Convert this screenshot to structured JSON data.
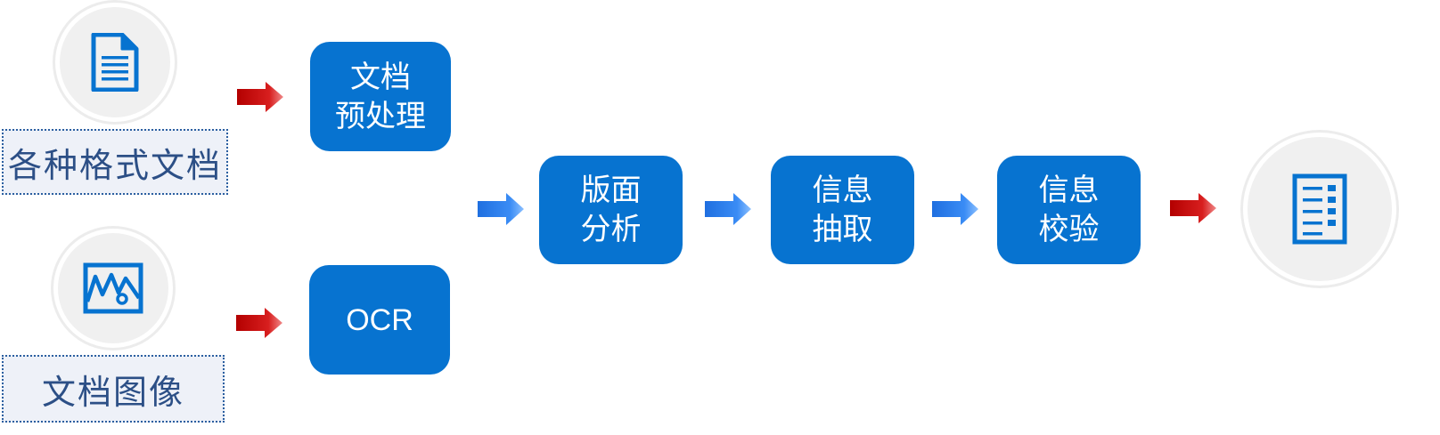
{
  "inputs": {
    "documents": {
      "label": "各种格式文档",
      "icon": "document-icon"
    },
    "images": {
      "label": "文档图像",
      "icon": "image-icon"
    }
  },
  "steps": {
    "preprocess": {
      "line1": "文档",
      "line2": "预处理"
    },
    "ocr": {
      "line1": "OCR"
    },
    "layout": {
      "line1": "版面",
      "line2": "分析"
    },
    "extract": {
      "line1": "信息",
      "line2": "抽取"
    },
    "verify": {
      "line1": "信息",
      "line2": "校验"
    }
  },
  "output": {
    "icon": "list-document-icon"
  },
  "colors": {
    "step_fill": "#0773d0",
    "red_arrow": "#c8102e",
    "blue_arrow": "#2f7fe8",
    "label_text": "#2c4f86",
    "circle_fill": "#f0f0f0"
  }
}
